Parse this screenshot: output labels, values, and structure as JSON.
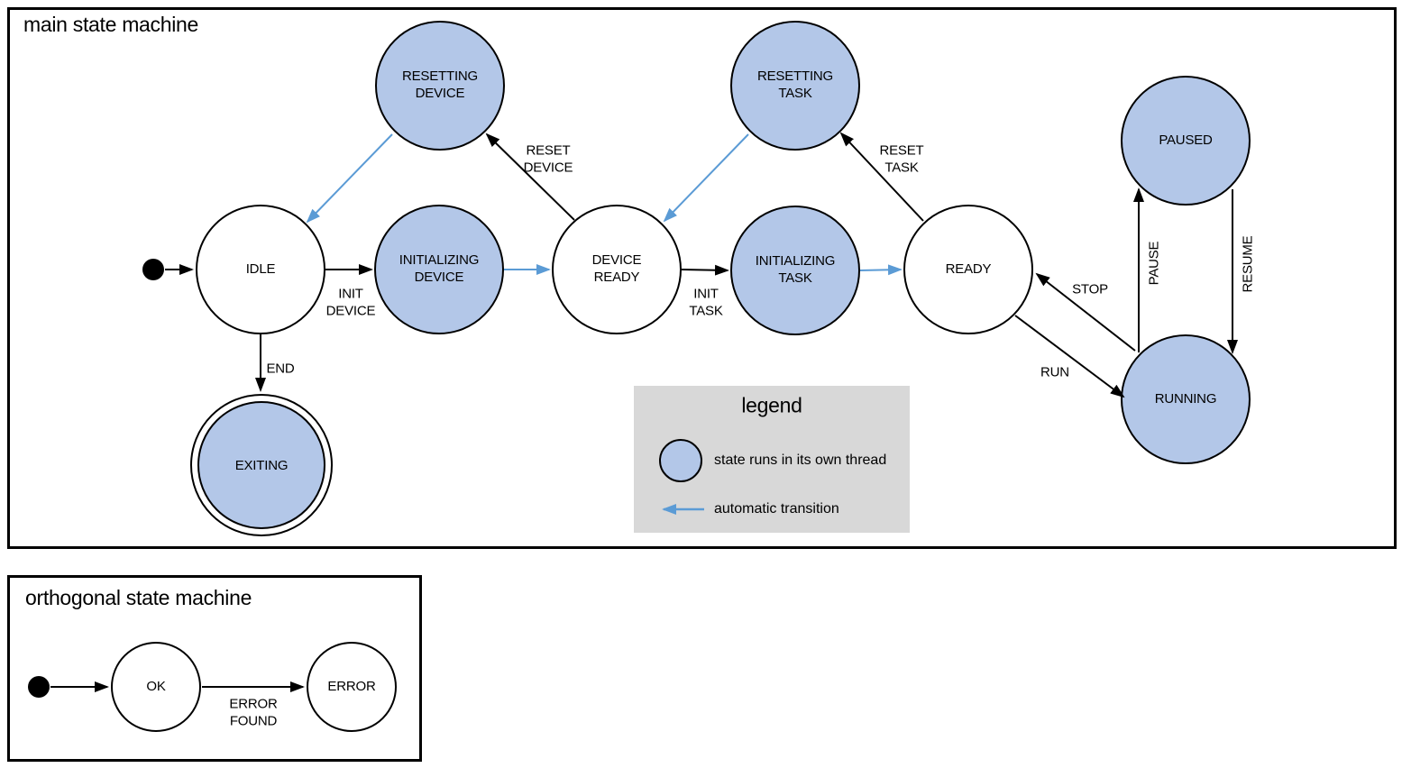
{
  "main": {
    "title": "main state machine",
    "states": {
      "idle": {
        "label": "IDLE",
        "threaded": false
      },
      "initializing_device": {
        "label": "INITIALIZING\nDEVICE",
        "threaded": true
      },
      "device_ready": {
        "label": "DEVICE\nREADY",
        "threaded": false
      },
      "initializing_task": {
        "label": "INITIALIZING\nTASK",
        "threaded": true
      },
      "ready": {
        "label": "READY",
        "threaded": false
      },
      "resetting_device": {
        "label": "RESETTING\nDEVICE",
        "threaded": true
      },
      "resetting_task": {
        "label": "RESETTING\nTASK",
        "threaded": true
      },
      "paused": {
        "label": "PAUSED",
        "threaded": true
      },
      "running": {
        "label": "RUNNING",
        "threaded": true
      },
      "exiting": {
        "label": "EXITING",
        "threaded": true,
        "final": true
      }
    },
    "transitions": {
      "init_device": "INIT\nDEVICE",
      "reset_device": "RESET\nDEVICE",
      "init_task": "INIT\nTASK",
      "reset_task": "RESET\nTASK",
      "end": "END",
      "run": "RUN",
      "stop": "STOP",
      "pause": "PAUSE",
      "resume": "RESUME"
    }
  },
  "legend": {
    "title": "legend",
    "threaded_label": "state runs in its own thread",
    "auto_label": "automatic transition"
  },
  "orthogonal": {
    "title": "orthogonal state machine",
    "states": {
      "ok": {
        "label": "OK"
      },
      "error": {
        "label": "ERROR"
      }
    },
    "transitions": {
      "error_found": "ERROR\nFOUND"
    }
  },
  "colors": {
    "state_fill": "#b3c7e8",
    "auto_transition_blue": "#5b9bd5",
    "legend_bg": "#d8d8d8",
    "outline": "#000000"
  }
}
